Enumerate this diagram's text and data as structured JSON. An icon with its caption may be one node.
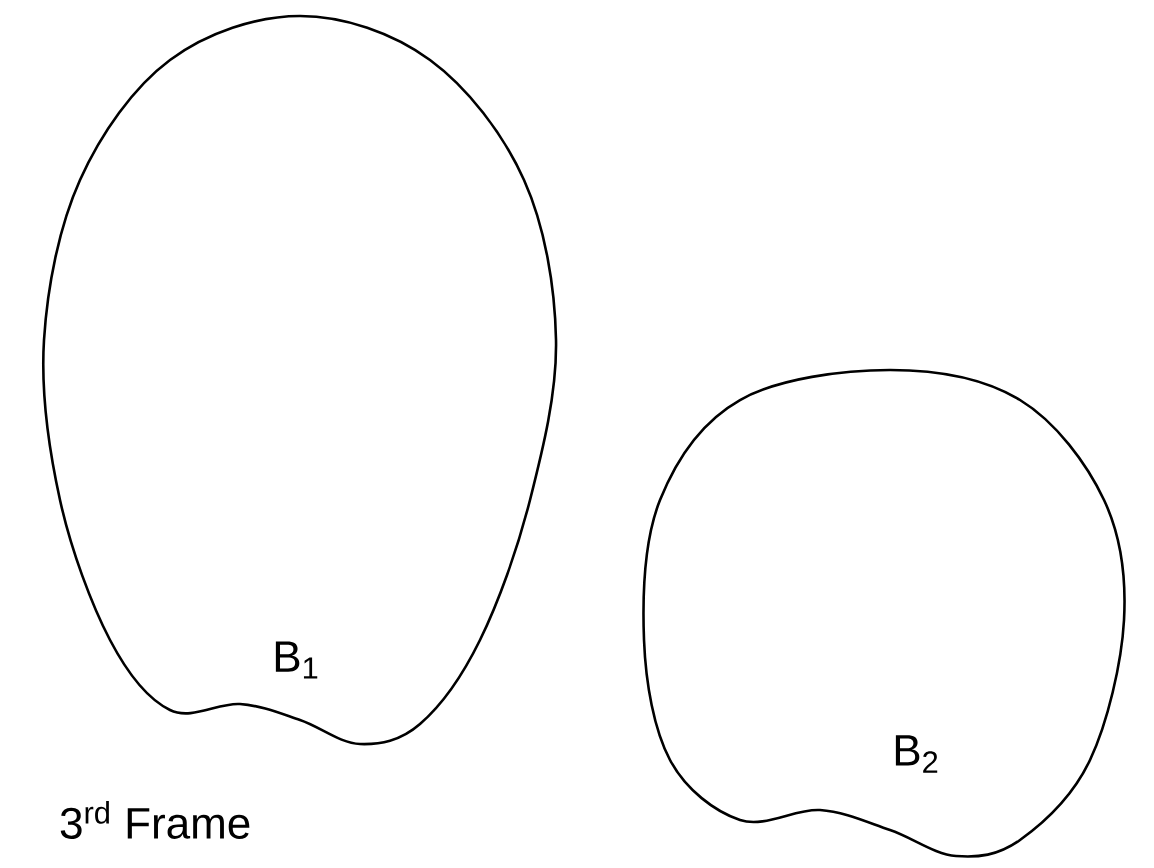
{
  "diagram": {
    "nodes": [
      {
        "text": [
          "B$_{1}$"
        ]
      },
      {
        "text": [
          "B$_{2}$"
        ]
      }
    ],
    "labels": [
      "3$^{rd}$ Frame"
    ]
  }
}
